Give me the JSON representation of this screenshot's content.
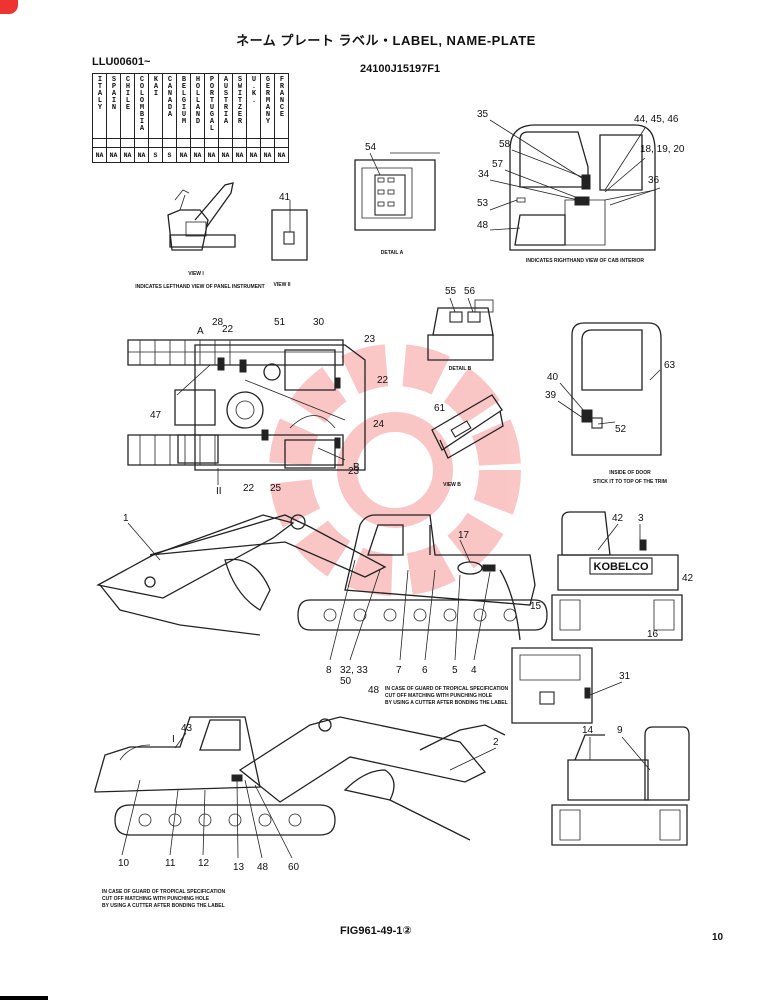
{
  "header": {
    "title": "ネーム プレート ラベル・LABEL, NAME-PLATE",
    "serial": "LLU00601~",
    "part_number": "24100J15197F1"
  },
  "country_table": {
    "countries": [
      "ITALY",
      "SPAIN",
      "CHILE",
      "COLOMBIA",
      "KAI",
      "CANADA",
      "BELGIUM",
      "HOLLAND",
      "PORTUGAL",
      "AUSTRIA",
      "SWITZER",
      "U.K.",
      "GERMANY",
      "FRANCE"
    ],
    "codes": [
      "NA",
      "NA",
      "NA",
      "NA",
      "S",
      "S",
      "NA",
      "NA",
      "NA",
      "NA",
      "NA",
      "NA",
      "NA",
      "NA"
    ]
  },
  "captions": {
    "view_i": "VIEW I",
    "view_i_sub": "INDICATES LEFTHAND VIEW OF PANEL INSTRUMENT",
    "view_ii": "VIEW II",
    "detail_a": "DETAIL A",
    "detail_b": "DETAIL B",
    "view_b": "VIEW B",
    "cab_interior": "INDICATES RIGHTHAND VIEW OF CAB INTERIOR",
    "inside_door_1": "INSIDE OF DOOR",
    "inside_door_2": "STICK IT TO TOP OF THE TRIM",
    "tropical_1": "IN CASE OF GUARD OF TROPICAL SPECIFICATION",
    "tropical_2": "CUT OFF MATCHING WITH PUNCHING HOLE",
    "tropical_3": "BY USING A CUTTER AFTER BONDING THE LABEL",
    "kobelco": "KOBELCO"
  },
  "labels": {
    "l1": "1",
    "l2": "2",
    "l3": "3",
    "l4": "4",
    "l5": "5",
    "l6": "6",
    "l7": "7",
    "l8": "8",
    "l9": "9",
    "l10": "10",
    "l11": "11",
    "l12": "12",
    "l13": "13",
    "l14": "14",
    "l15": "15",
    "l16": "16",
    "l17": "17",
    "l22": "22",
    "l23": "23",
    "l24": "24",
    "l25": "25",
    "l28": "28",
    "l30": "30",
    "l31": "31",
    "l3233": "32, 33",
    "l34": "34",
    "l35": "35",
    "l36": "36",
    "l39": "39",
    "l40": "40",
    "l41": "41",
    "l42": "42",
    "l43": "43",
    "l444546": "44, 45, 46",
    "l47": "47",
    "l48": "48",
    "l50": "50",
    "l51": "51",
    "l52": "52",
    "l53": "53",
    "l54": "54",
    "l55": "55",
    "l56": "56",
    "l57": "57",
    "l58": "58",
    "l60": "60",
    "l61": "61",
    "l63": "63",
    "l181920": "18, 19, 20",
    "lA": "A",
    "lB": "B",
    "lII": "II",
    "lI": "I"
  },
  "footer": {
    "figure": "FIG961-49-1②",
    "page": "10"
  }
}
